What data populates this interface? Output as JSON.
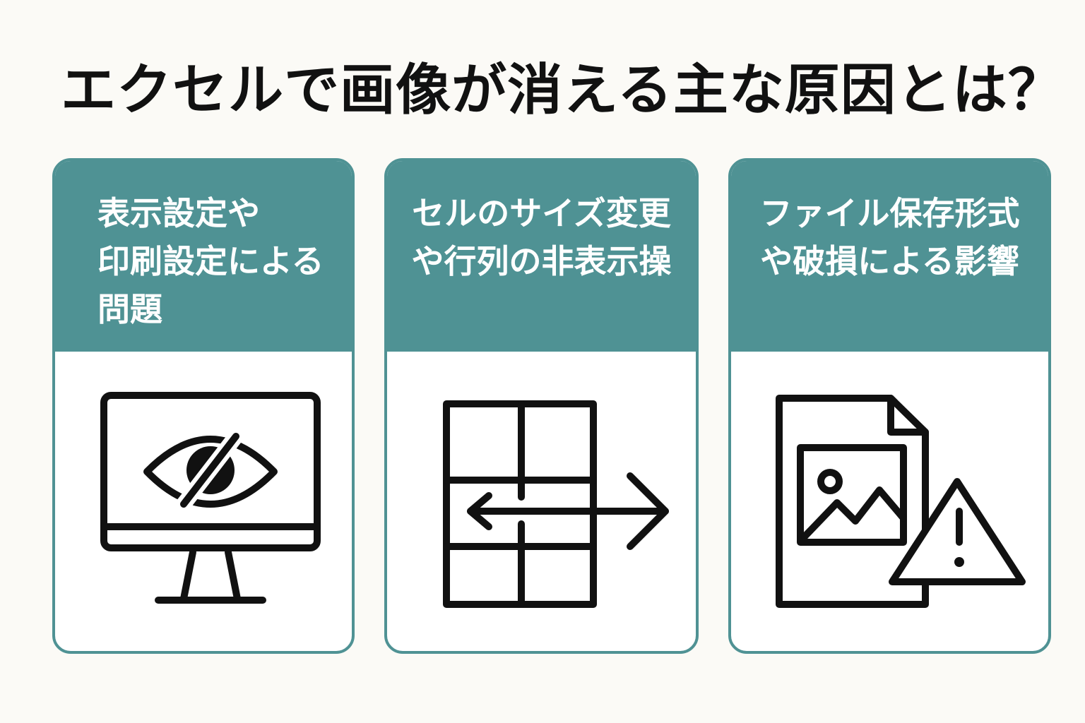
{
  "title": "エクセルで画像が消える主な原因とは？",
  "cards": [
    {
      "label": "表示設定や\n印刷設定による\n問題",
      "icon": "monitor-hidden-eye-icon"
    },
    {
      "label": "セルのサイズ変更\nや行列の非表示操",
      "icon": "grid-resize-arrow-icon"
    },
    {
      "label": "ファイル保存形式\nや破損による影響",
      "icon": "image-file-warning-icon"
    }
  ],
  "colors": {
    "accent": "#4f9294",
    "background": "#fbfaf6",
    "text": "#111111",
    "icon": "#111111"
  }
}
